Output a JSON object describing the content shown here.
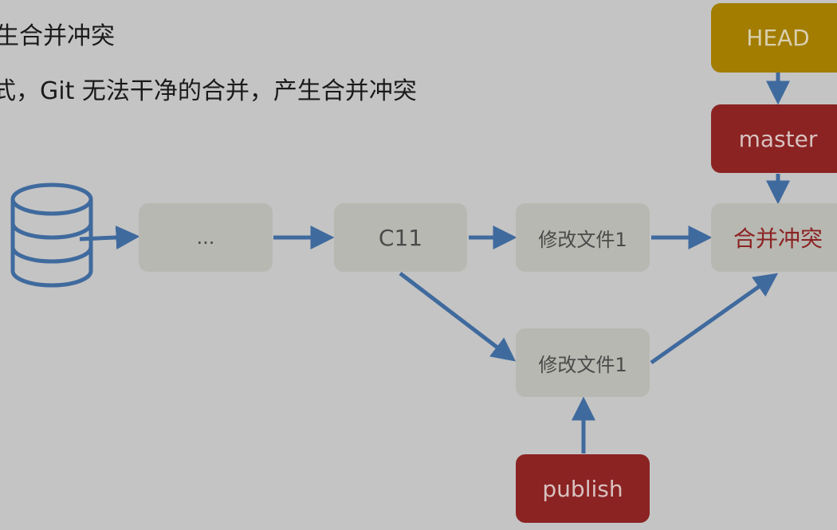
{
  "heading": "生合并冲突",
  "description": "式，Git 无法干净的合并，产生合并冲突",
  "nodes": {
    "ellipsis": "...",
    "c11": "C11",
    "master_commit": "修改文件1",
    "publish_commit": "修改文件1",
    "merge_conflict": "合并冲突"
  },
  "pointers": {
    "head": "HEAD",
    "master": "master",
    "publish": "publish"
  },
  "icons": {
    "repository": "database-icon"
  },
  "colors": {
    "background": "#c4c4c4",
    "commit_box": "#b8b8b2",
    "arrow": "#3f6a9e",
    "head_box": "#a27d00",
    "branch_box": "#8b2323",
    "conflict_text": "#8b2323"
  }
}
